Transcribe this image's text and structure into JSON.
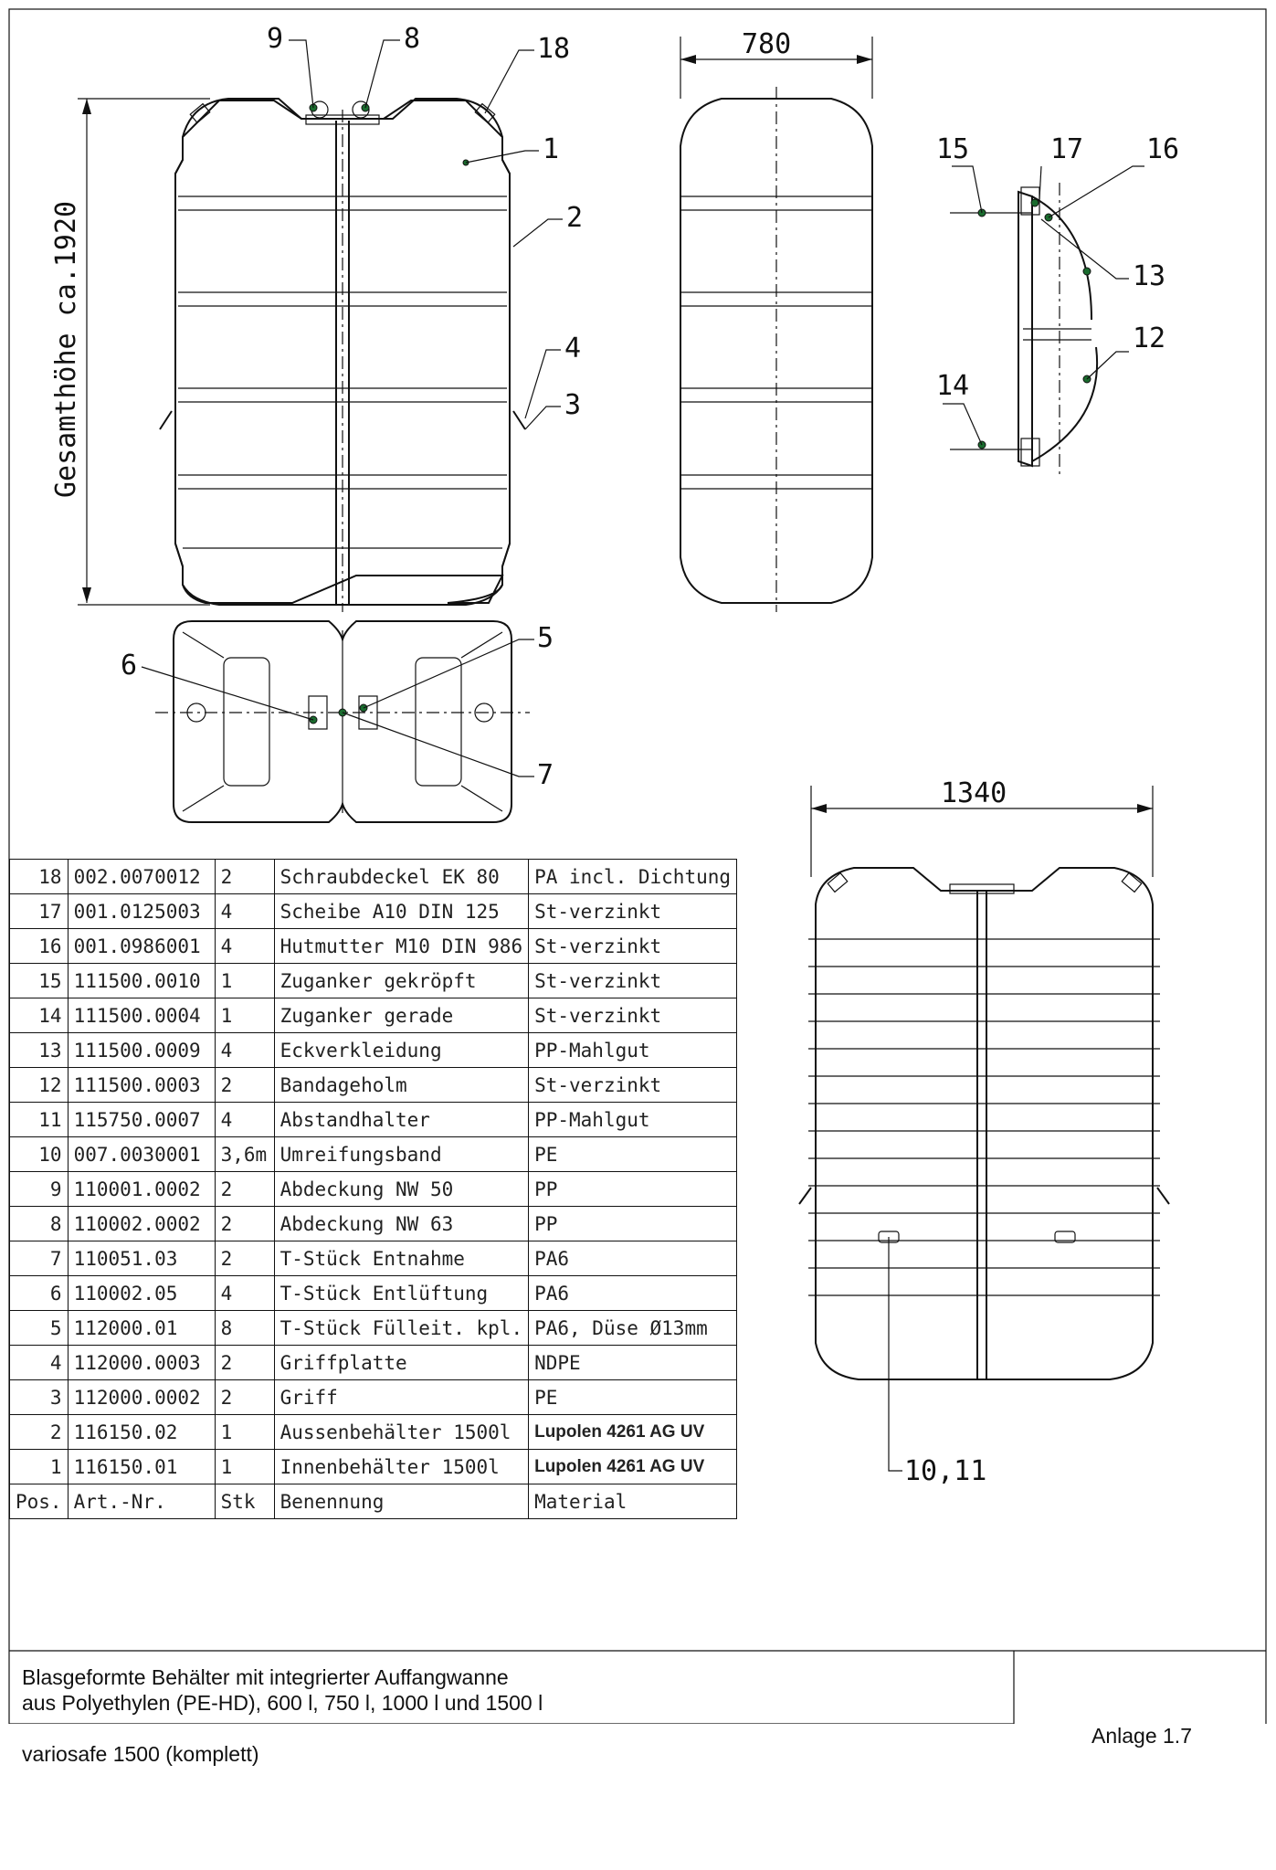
{
  "labels": {
    "overall_height": "Gesamthöhe ca.1920",
    "width_side": "780",
    "width_bottom": "1340",
    "callouts": [
      "9",
      "8",
      "18",
      "1",
      "2",
      "4",
      "3",
      "5",
      "6",
      "7",
      "15",
      "17",
      "16",
      "13",
      "12",
      "14",
      "10,11"
    ]
  },
  "parts_table": {
    "rows": [
      {
        "pos": "18",
        "art": "002.0070012",
        "qty": "2",
        "name": "Schraubdeckel EK 80",
        "material": "PA incl. Dichtung"
      },
      {
        "pos": "17",
        "art": "001.0125003",
        "qty": "4",
        "name": "Scheibe A10 DIN 125",
        "material": "St-verzinkt"
      },
      {
        "pos": "16",
        "art": "001.0986001",
        "qty": "4",
        "name": "Hutmutter M10 DIN 986",
        "material": "St-verzinkt"
      },
      {
        "pos": "15",
        "art": "111500.0010",
        "qty": "1",
        "name": "Zuganker gekröpft",
        "material": "St-verzinkt"
      },
      {
        "pos": "14",
        "art": "111500.0004",
        "qty": "1",
        "name": "Zuganker gerade",
        "material": "St-verzinkt"
      },
      {
        "pos": "13",
        "art": "111500.0009",
        "qty": "4",
        "name": "Eckverkleidung",
        "material": "PP-Mahlgut"
      },
      {
        "pos": "12",
        "art": "111500.0003",
        "qty": "2",
        "name": "Bandageholm",
        "material": "St-verzinkt"
      },
      {
        "pos": "11",
        "art": "115750.0007",
        "qty": "4",
        "name": "Abstandhalter",
        "material": "PP-Mahlgut"
      },
      {
        "pos": "10",
        "art": "007.0030001",
        "qty": "3,6m",
        "name": "Umreifungsband",
        "material": "PE"
      },
      {
        "pos": "9",
        "art": "110001.0002",
        "qty": "2",
        "name": "Abdeckung NW 50",
        "material": "PP"
      },
      {
        "pos": "8",
        "art": "110002.0002",
        "qty": "2",
        "name": "Abdeckung NW 63",
        "material": "PP"
      },
      {
        "pos": "7",
        "art": "110051.03",
        "qty": "2",
        "name": "T-Stück Entnahme",
        "material": "PA6"
      },
      {
        "pos": "6",
        "art": "110002.05",
        "qty": "4",
        "name": "T-Stück Entlüftung",
        "material": "PA6"
      },
      {
        "pos": "5",
        "art": "112000.01",
        "qty": "8",
        "name": "T-Stück Fülleit. kpl.",
        "material": "PA6, Düse Ø13mm"
      },
      {
        "pos": "4",
        "art": "112000.0003",
        "qty": "2",
        "name": "Griffplatte",
        "material": "NDPE"
      },
      {
        "pos": "3",
        "art": "112000.0002",
        "qty": "2",
        "name": "Griff",
        "material": "PE"
      },
      {
        "pos": "2",
        "art": "116150.02",
        "qty": "1",
        "name": "Aussenbehälter 1500l",
        "material": "Lupolen 4261 AG UV"
      },
      {
        "pos": "1",
        "art": "116150.01",
        "qty": "1",
        "name": "Innenbehälter 1500l",
        "material": "Lupolen 4261 AG UV"
      }
    ],
    "header": {
      "pos": "Pos.",
      "art": "Art.-Nr.",
      "qty": "Stk",
      "name": "Benennung",
      "material": "Material"
    }
  },
  "title_block": {
    "description_line1": "Blasgeformte Behälter mit integrierter Auffangwanne",
    "description_line2": "aus Polyethylen (PE-HD), 600 l, 750 l, 1000 l und 1500 l",
    "product": "variosafe 1500 (komplett)",
    "sheet_ref": "Anlage 1.7"
  }
}
